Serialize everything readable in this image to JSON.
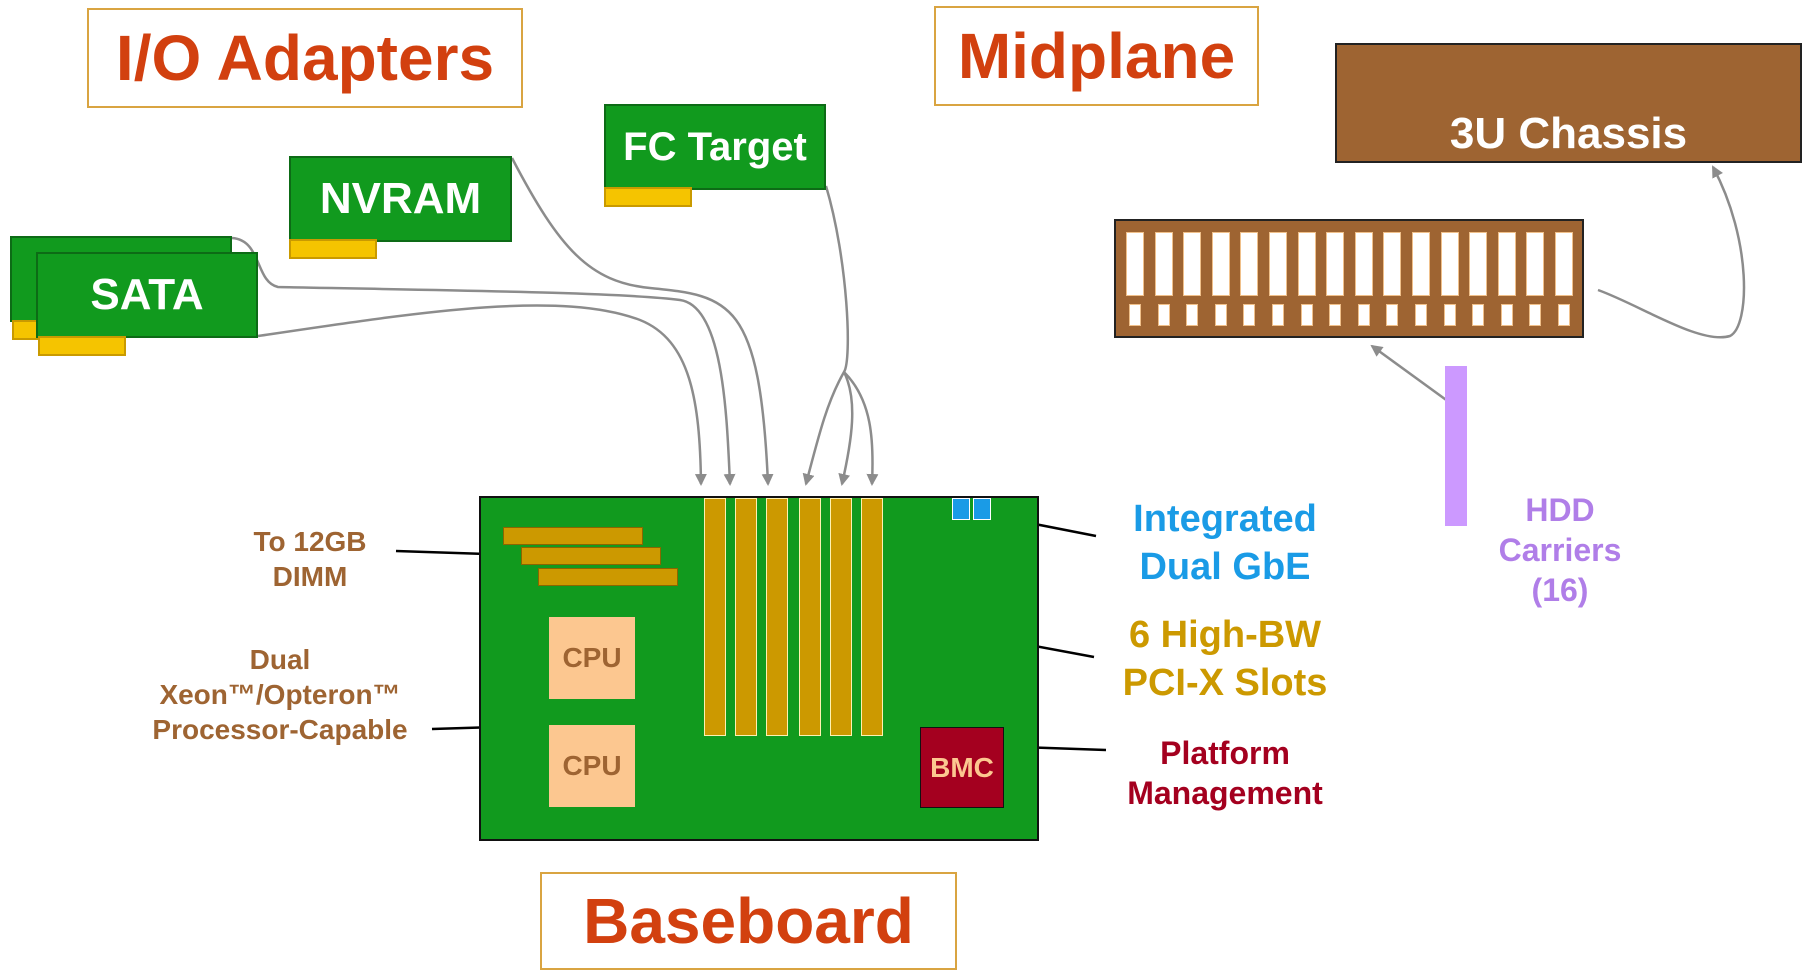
{
  "titles": {
    "io_adapters": "I/O Adapters",
    "midplane": "Midplane",
    "baseboard": "Baseboard"
  },
  "cards": {
    "sata": "SATA",
    "nvram": "NVRAM",
    "fc_target": "FC Target"
  },
  "chassis": {
    "label": "3U Chassis"
  },
  "board": {
    "cpu1": "CPU",
    "cpu2": "CPU",
    "bmc": "BMC"
  },
  "callouts": {
    "dimm_line1": "To 12GB",
    "dimm_line2": "DIMM",
    "proc_line1": "Dual",
    "proc_line2": "Xeon™/Opteron™",
    "proc_line3": "Processor-Capable",
    "gbe_line1": "Integrated",
    "gbe_line2": "Dual GbE",
    "pcix_line1": "6 High-BW",
    "pcix_line2": "PCI-X Slots",
    "mgmt_line1": "Platform",
    "mgmt_line2": "Management",
    "hdd_line1": "HDD",
    "hdd_line2": "Carriers",
    "hdd_line3": "(16)"
  },
  "colors": {
    "title_text": "#d2400f",
    "title_border": "#d9a441",
    "card_green": "#119a1e",
    "board_green": "#119a1e",
    "slot_gold": "#cc9900",
    "cpu_fill": "#fcc790",
    "bmc_fill": "#a4001f",
    "chassis_brown": "#9e6432",
    "gbe_blue": "#1a9be6",
    "pcix_gold": "#cc9900",
    "mgmt_red": "#a4001f",
    "hdd_purple": "#b07ee8",
    "callout_brown": "#9e6432",
    "connector_gray": "#8c8c8c"
  }
}
